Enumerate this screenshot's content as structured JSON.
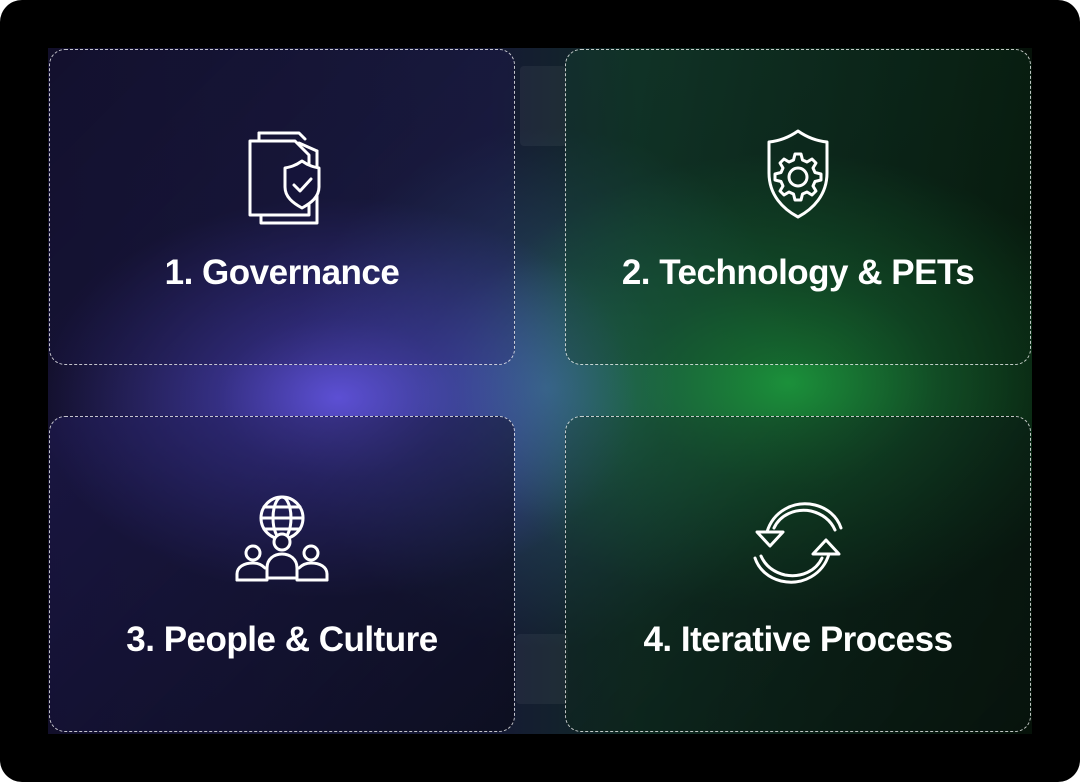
{
  "quadrants": [
    {
      "label": "1. Governance",
      "icon": "document-shield-check-icon"
    },
    {
      "label": "2. Technology & PETs",
      "icon": "shield-gear-icon"
    },
    {
      "label": "3. People & Culture",
      "icon": "globe-people-icon"
    },
    {
      "label": "4. Iterative Process",
      "icon": "refresh-cycle-icon"
    }
  ],
  "colors": {
    "frame_background": "#000000",
    "glow_purple": "#5a4fd8",
    "glow_green": "#1e9a3c",
    "glow_center": "#3c7896",
    "text": "#ffffff",
    "card_border": "#ffffff"
  }
}
